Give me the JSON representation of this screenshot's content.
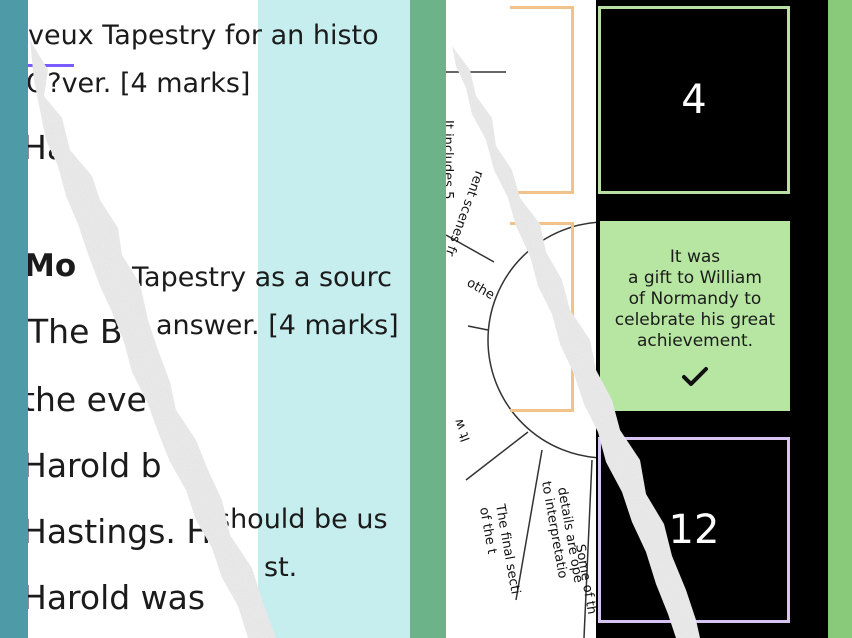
{
  "document": {
    "lines": [
      "veux Tapestry for an histo",
      "Q?ver. [4 marks]",
      "Ha",
      "Mo",
      "Tapestry as a sourc",
      "The B",
      "answer. [4 marks]",
      "the eve",
      "Harold b",
      "Hastings. H",
      "should be us",
      "st.",
      "Harold was"
    ]
  },
  "wheel": {
    "segments": [
      "It includes 5",
      "rent scenes fr",
      "othe",
      "It w",
      "The final secti",
      "of the t",
      "Some of th",
      "details are ope",
      "to interpretatio"
    ]
  },
  "cards": {
    "top_number": "4",
    "bottom_number": "12",
    "answer_text": "It was\na gift to William\nof Normandy to\ncelebrate his great\nachievement.",
    "check_icon": "check-icon"
  },
  "colors": {
    "doc_background": "#c6eeee",
    "frame_teal": "#4e9aa6",
    "divider_green": "#6db38a",
    "frame_green": "#88c97a",
    "answer_card": "#b6e6a2",
    "card_border_green": "#b8e0a4",
    "card_border_purple": "#d8c4f0",
    "card_border_orange": "#f1c38a"
  }
}
